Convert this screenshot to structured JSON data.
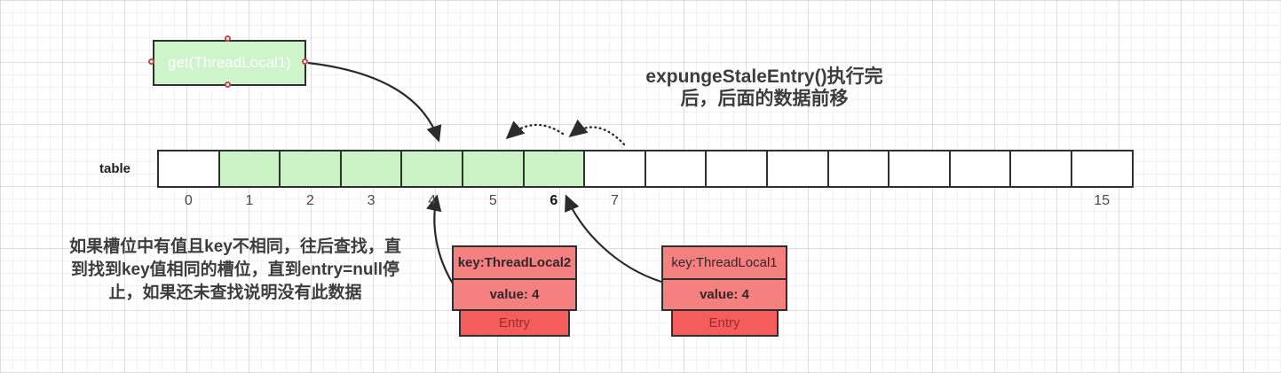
{
  "get_box": {
    "label": "get(ThreadLocal1)"
  },
  "title": {
    "lines": [
      "expungeStaleEntry()执行完",
      "后，后面的数据前移"
    ]
  },
  "note": {
    "lines": [
      "如果槽位中有值且key不相同，往后查找，直",
      "到找到key值相同的槽位，直到entry=null停",
      "止，如果还未查找说明没有此数据"
    ]
  },
  "table": {
    "label": "table",
    "cells": [
      {
        "index": "0",
        "filled": false,
        "bold": false
      },
      {
        "index": "1",
        "filled": true,
        "bold": false
      },
      {
        "index": "2",
        "filled": true,
        "bold": false
      },
      {
        "index": "3",
        "filled": true,
        "bold": false
      },
      {
        "index": "4",
        "filled": true,
        "bold": false
      },
      {
        "index": "5",
        "filled": true,
        "bold": false
      },
      {
        "index": "6",
        "filled": true,
        "bold": true
      },
      {
        "index": "7",
        "filled": false,
        "bold": false
      },
      {
        "index": "",
        "filled": false,
        "bold": false
      },
      {
        "index": "",
        "filled": false,
        "bold": false
      },
      {
        "index": "",
        "filled": false,
        "bold": false
      },
      {
        "index": "",
        "filled": false,
        "bold": false
      },
      {
        "index": "",
        "filled": false,
        "bold": false
      },
      {
        "index": "",
        "filled": false,
        "bold": false
      },
      {
        "index": "",
        "filled": false,
        "bold": false
      },
      {
        "index": "15",
        "filled": false,
        "bold": false
      }
    ]
  },
  "entries": [
    {
      "key": "key:ThreadLocal2",
      "value": "value: 4",
      "tag": "Entry",
      "key_bold": true
    },
    {
      "key": "key:ThreadLocal1",
      "value": "value: 4",
      "tag": "Entry",
      "key_bold": false
    }
  ],
  "colors": {
    "cell_green": "#c9f2c5",
    "box_green": "#cdf4ca",
    "entry_salmon": "#f58080",
    "entry_red": "#f45d5c",
    "entry_tag_text": "#9c2b2b",
    "shape_border": "#2f2f2f",
    "arrow": "#2b2b2b",
    "handle_border": "#bb4a4a",
    "text_dark": "#3d3d3d",
    "index_text": "#4a4a4a"
  }
}
